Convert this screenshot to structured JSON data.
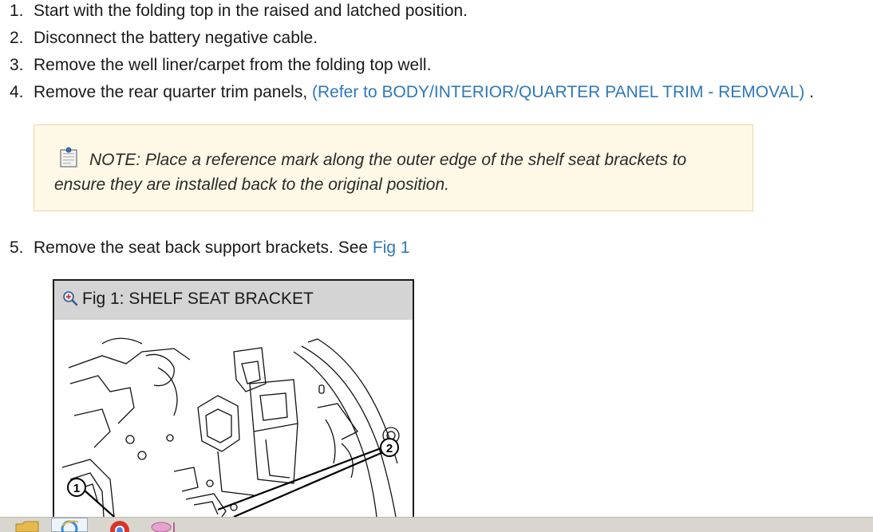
{
  "steps": [
    {
      "num": "1.",
      "text": "Start with the folding top in the raised and latched position."
    },
    {
      "num": "2.",
      "text": "Disconnect the battery negative cable."
    },
    {
      "num": "3.",
      "text": "Remove the well liner/carpet from the folding top well."
    },
    {
      "num": "4.",
      "text": "Remove the rear quarter trim panels, ",
      "link": "(Refer to BODY/INTERIOR/QUARTER PANEL TRIM - REMOVAL)",
      "trail": " ."
    },
    {
      "num": "5.",
      "text": "Remove the seat back support brackets. See ",
      "link": "Fig 1"
    }
  ],
  "note": {
    "icon": "note-icon",
    "text": "NOTE: Place a reference mark along the outer edge of the shelf seat brackets to ensure they are installed back to the original position."
  },
  "figure": {
    "zoom_icon": "zoom-in-icon",
    "title": "Fig 1: SHELF SEAT BRACKET",
    "callouts": [
      "1",
      "2"
    ]
  },
  "taskbar": {
    "icons": [
      "file-explorer-icon",
      "internet-explorer-icon",
      "chrome-icon",
      "app-icon"
    ]
  },
  "colors": {
    "link": "#2f78b8",
    "note_bg": "#fdf9e6",
    "note_border": "#e6d9a8",
    "figure_header": "#d4d4d4"
  }
}
